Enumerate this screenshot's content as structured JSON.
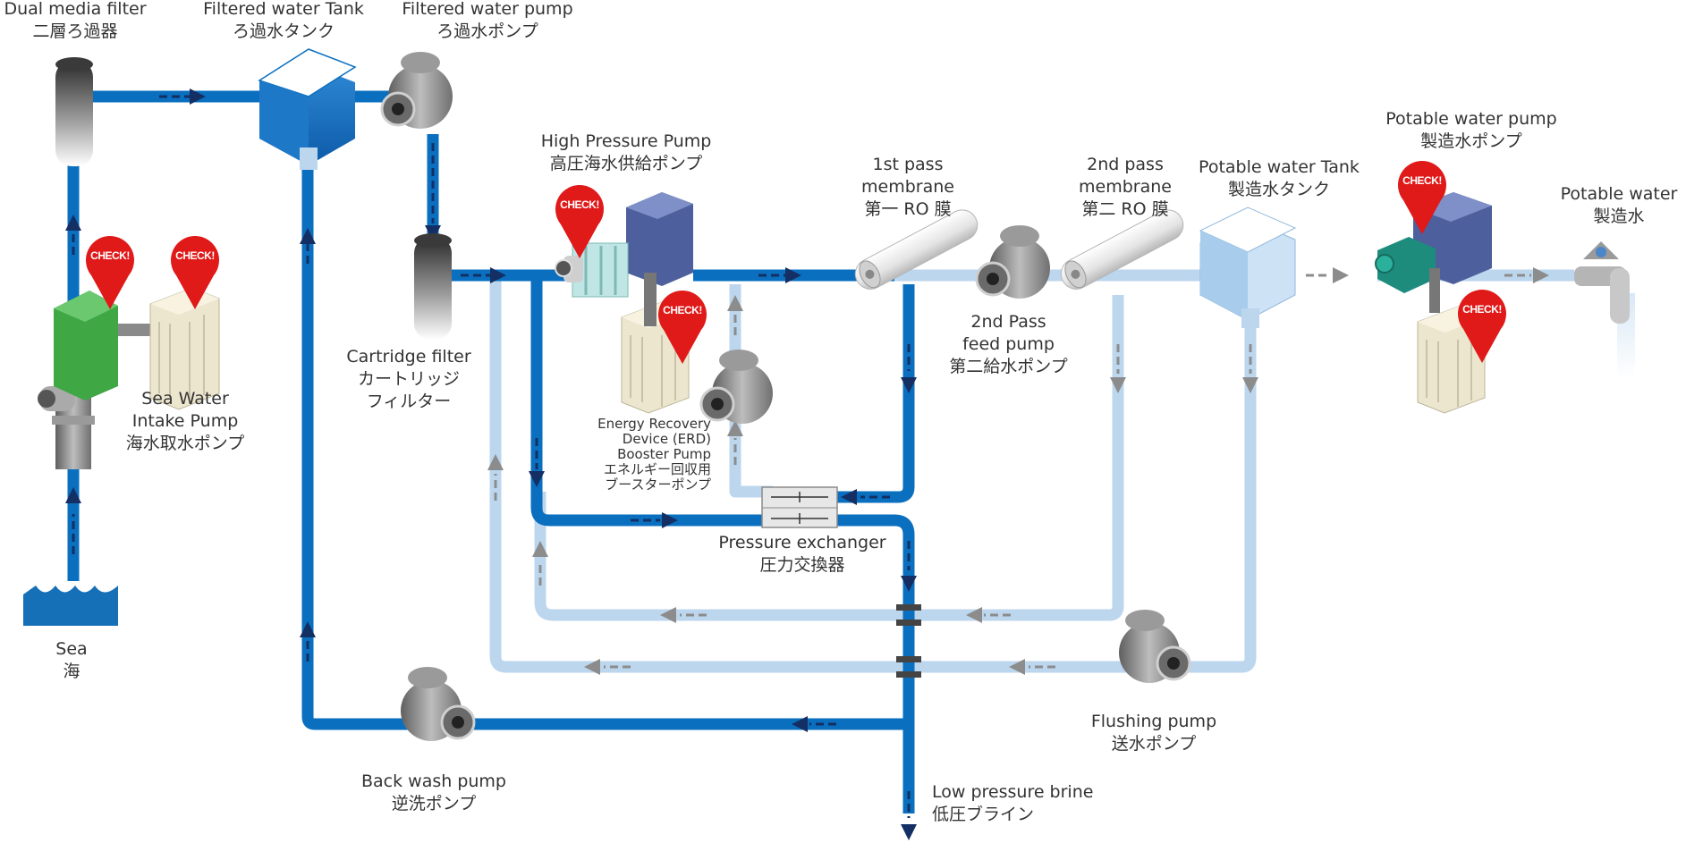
{
  "labels": {
    "dual_media_filter": [
      "Dual media filter",
      "二層ろ過器"
    ],
    "filtered_water_tank": [
      "Filtered water Tank",
      "ろ過水タンク"
    ],
    "filtered_water_pump": [
      "Filtered water pump",
      "ろ過水ポンプ"
    ],
    "high_pressure_pump": [
      "High Pressure Pump",
      "高圧海水供給ポンプ"
    ],
    "first_pass_membrane": [
      "1st pass",
      "membrane",
      "第一 RO 膜"
    ],
    "second_pass_membrane": [
      "2nd pass",
      "membrane",
      "第二 RO 膜"
    ],
    "potable_water_tank": [
      "Potable water  Tank",
      "製造水タンク"
    ],
    "potable_water_pump": [
      "Potable water pump",
      "製造水ポンプ"
    ],
    "potable_water": [
      "Potable water",
      "製造水"
    ],
    "sea_water_intake_pump": [
      "Sea Water",
      "Intake Pump",
      "海水取水ポンプ"
    ],
    "cartridge_filter": [
      "Cartridge filter",
      "カートリッジ",
      "フィルター"
    ],
    "second_pass_feed_pump": [
      "2nd Pass",
      "feed pump",
      "第二給水ポンプ"
    ],
    "erd_booster_pump": [
      "Energy Recovery",
      "Device (ERD)",
      "Booster Pump",
      "エネルギー回収用",
      "ブースターポンプ"
    ],
    "pressure_exchanger": [
      "Pressure exchanger",
      "圧力交換器"
    ],
    "sea": [
      "Sea",
      "海"
    ],
    "flushing_pump": [
      "Flushing pump",
      "送水ポンプ"
    ],
    "back_wash_pump": [
      "Back wash pump",
      "逆洗ポンプ"
    ],
    "low_pressure_brine": [
      "Low pressure brine",
      "低圧ブライン"
    ]
  },
  "check_badge": "CHECK!",
  "colors": {
    "main_pipe": "#0a6fbf",
    "light_pipe": "#bcd6ee",
    "arrow_dark": "#132f63",
    "arrow_grey": "#8c8c8c",
    "check_red": "#e01919",
    "sea": "#1670b8"
  }
}
